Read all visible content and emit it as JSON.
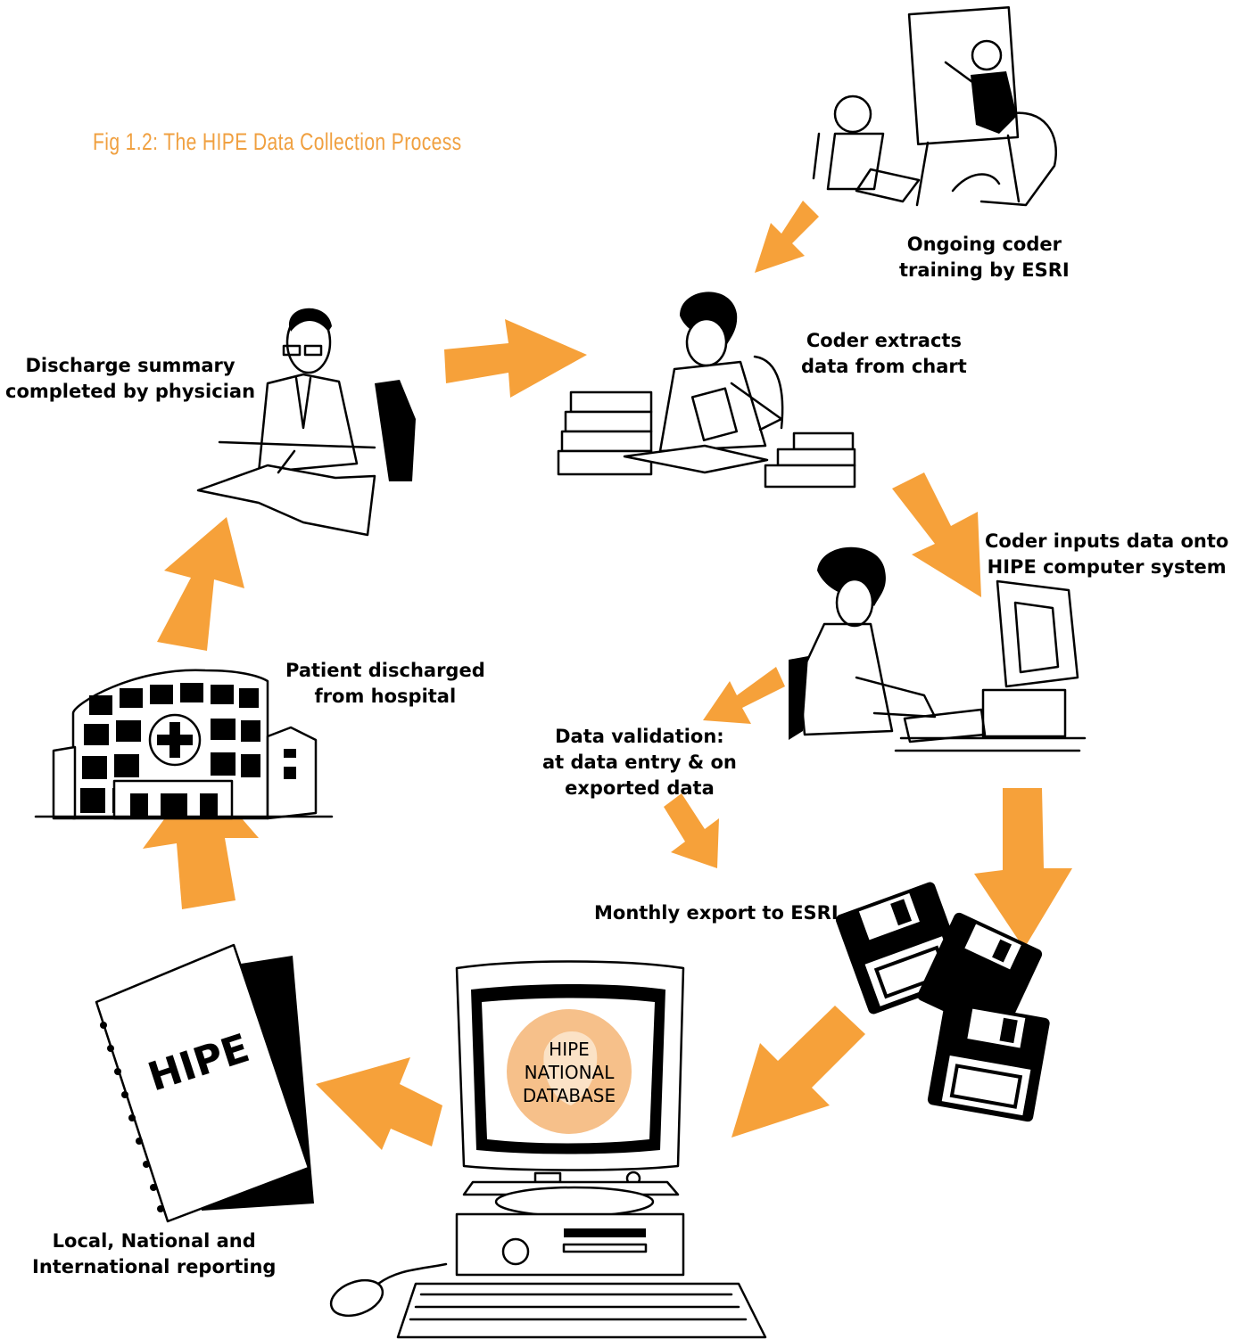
{
  "figure": {
    "title": "Fig 1.2: The HIPE Data Collection Process",
    "accent_color": "#f6a13a"
  },
  "steps": {
    "training": {
      "line1": "Ongoing coder",
      "line2": "training by ESRI",
      "icon": "training-presentation-illustration"
    },
    "extract": {
      "line1": "Coder extracts",
      "line2": "data from chart",
      "icon": "coder-at-desk-illustration"
    },
    "input": {
      "line1": "Coder inputs data onto",
      "line2": "HIPE computer system",
      "icon": "coder-at-computer-illustration"
    },
    "validation": {
      "line1": "Data validation:",
      "line2": "at data entry & on",
      "line3": "exported data"
    },
    "export": {
      "line1": "Monthly export to ESRI",
      "icon": "floppy-disks-icon"
    },
    "database": {
      "line1": "HIPE",
      "line2": "NATIONAL",
      "line3": "DATABASE",
      "icon": "desktop-computer-illustration"
    },
    "reporting": {
      "line1": "Local, National and",
      "line2": "International reporting",
      "cover_text": "HIPE",
      "icon": "report-book-illustration"
    },
    "discharge": {
      "line1": "Patient discharged",
      "line2": "from hospital",
      "icon": "hospital-building-illustration"
    },
    "summary": {
      "line1": "Discharge summary",
      "line2": "completed by physician",
      "icon": "physician-writing-illustration"
    }
  }
}
